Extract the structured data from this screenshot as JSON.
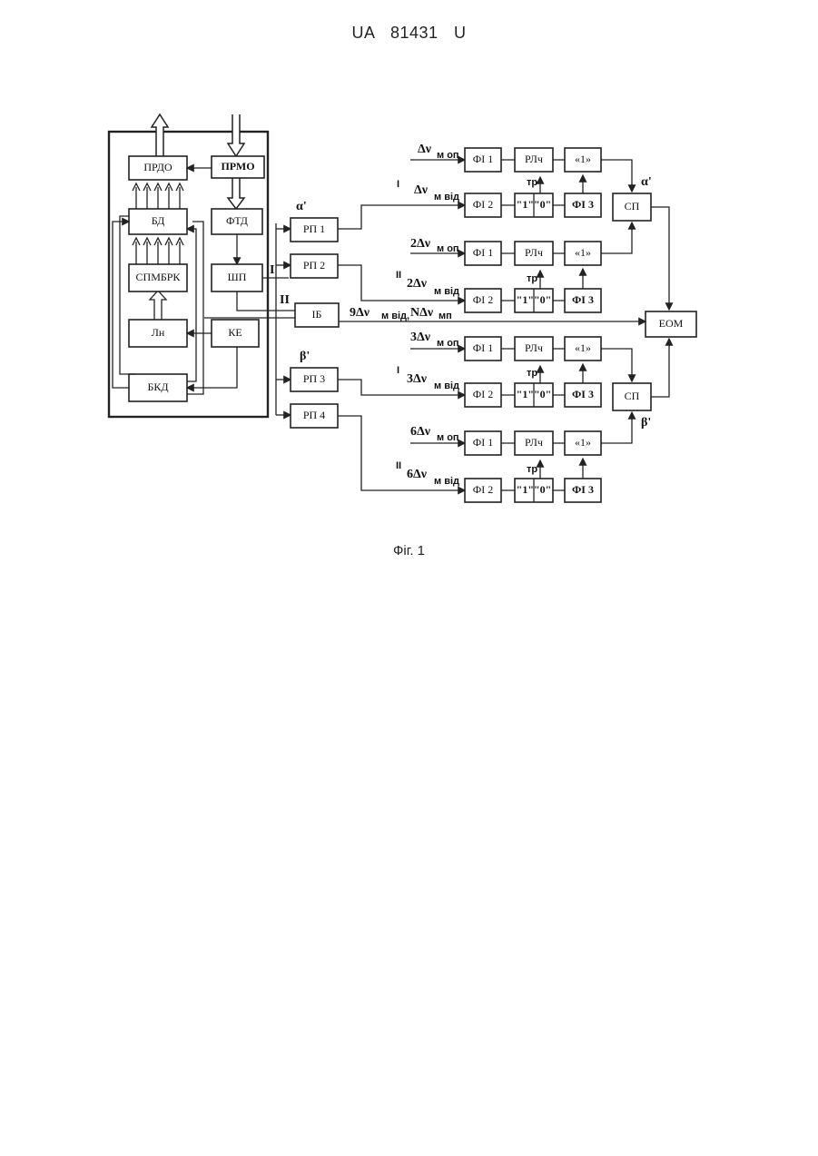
{
  "header": {
    "text": "UA   81431   U"
  },
  "caption": {
    "text": "Фіг. 1"
  },
  "blocks": {
    "prdo": "ПРДО",
    "prmo": "ПРМО",
    "bd": "БД",
    "ftd": "ФТД",
    "spmbrk": "СПМБРК",
    "shp": "ШП",
    "ln": "Лн",
    "ke": "КЕ",
    "bkd": "БКД",
    "rp1": "РП 1",
    "rp2": "РП 2",
    "ib": "ІБ",
    "rp3": "РП 3",
    "rp4": "РП 4",
    "eom": "ЕОМ",
    "sp1": "СП",
    "sp2": "СП",
    "fi1": "ФІ 1",
    "fi2": "ФІ 2",
    "fi3": "ФІ 3",
    "rlch": "РЛч",
    "one": "«1»",
    "sw": "\"1\"\"0\""
  },
  "labels": {
    "alpha": "α'",
    "beta": "β'",
    "alpha2": "α'",
    "beta2": "β'",
    "I": "І",
    "II": "ІІ",
    "I_small": "І",
    "II_small": "ІІ",
    "tr": "тр",
    "nine": "9Δν",
    "nine_sub": "м від,",
    "N": "NΔν",
    "N_sub": "мп",
    "dv": "Δν",
    "m_op": "м оп",
    "m_vid": "м від",
    "n1": "",
    "n2": "2",
    "n3": "3",
    "n6": "6"
  }
}
